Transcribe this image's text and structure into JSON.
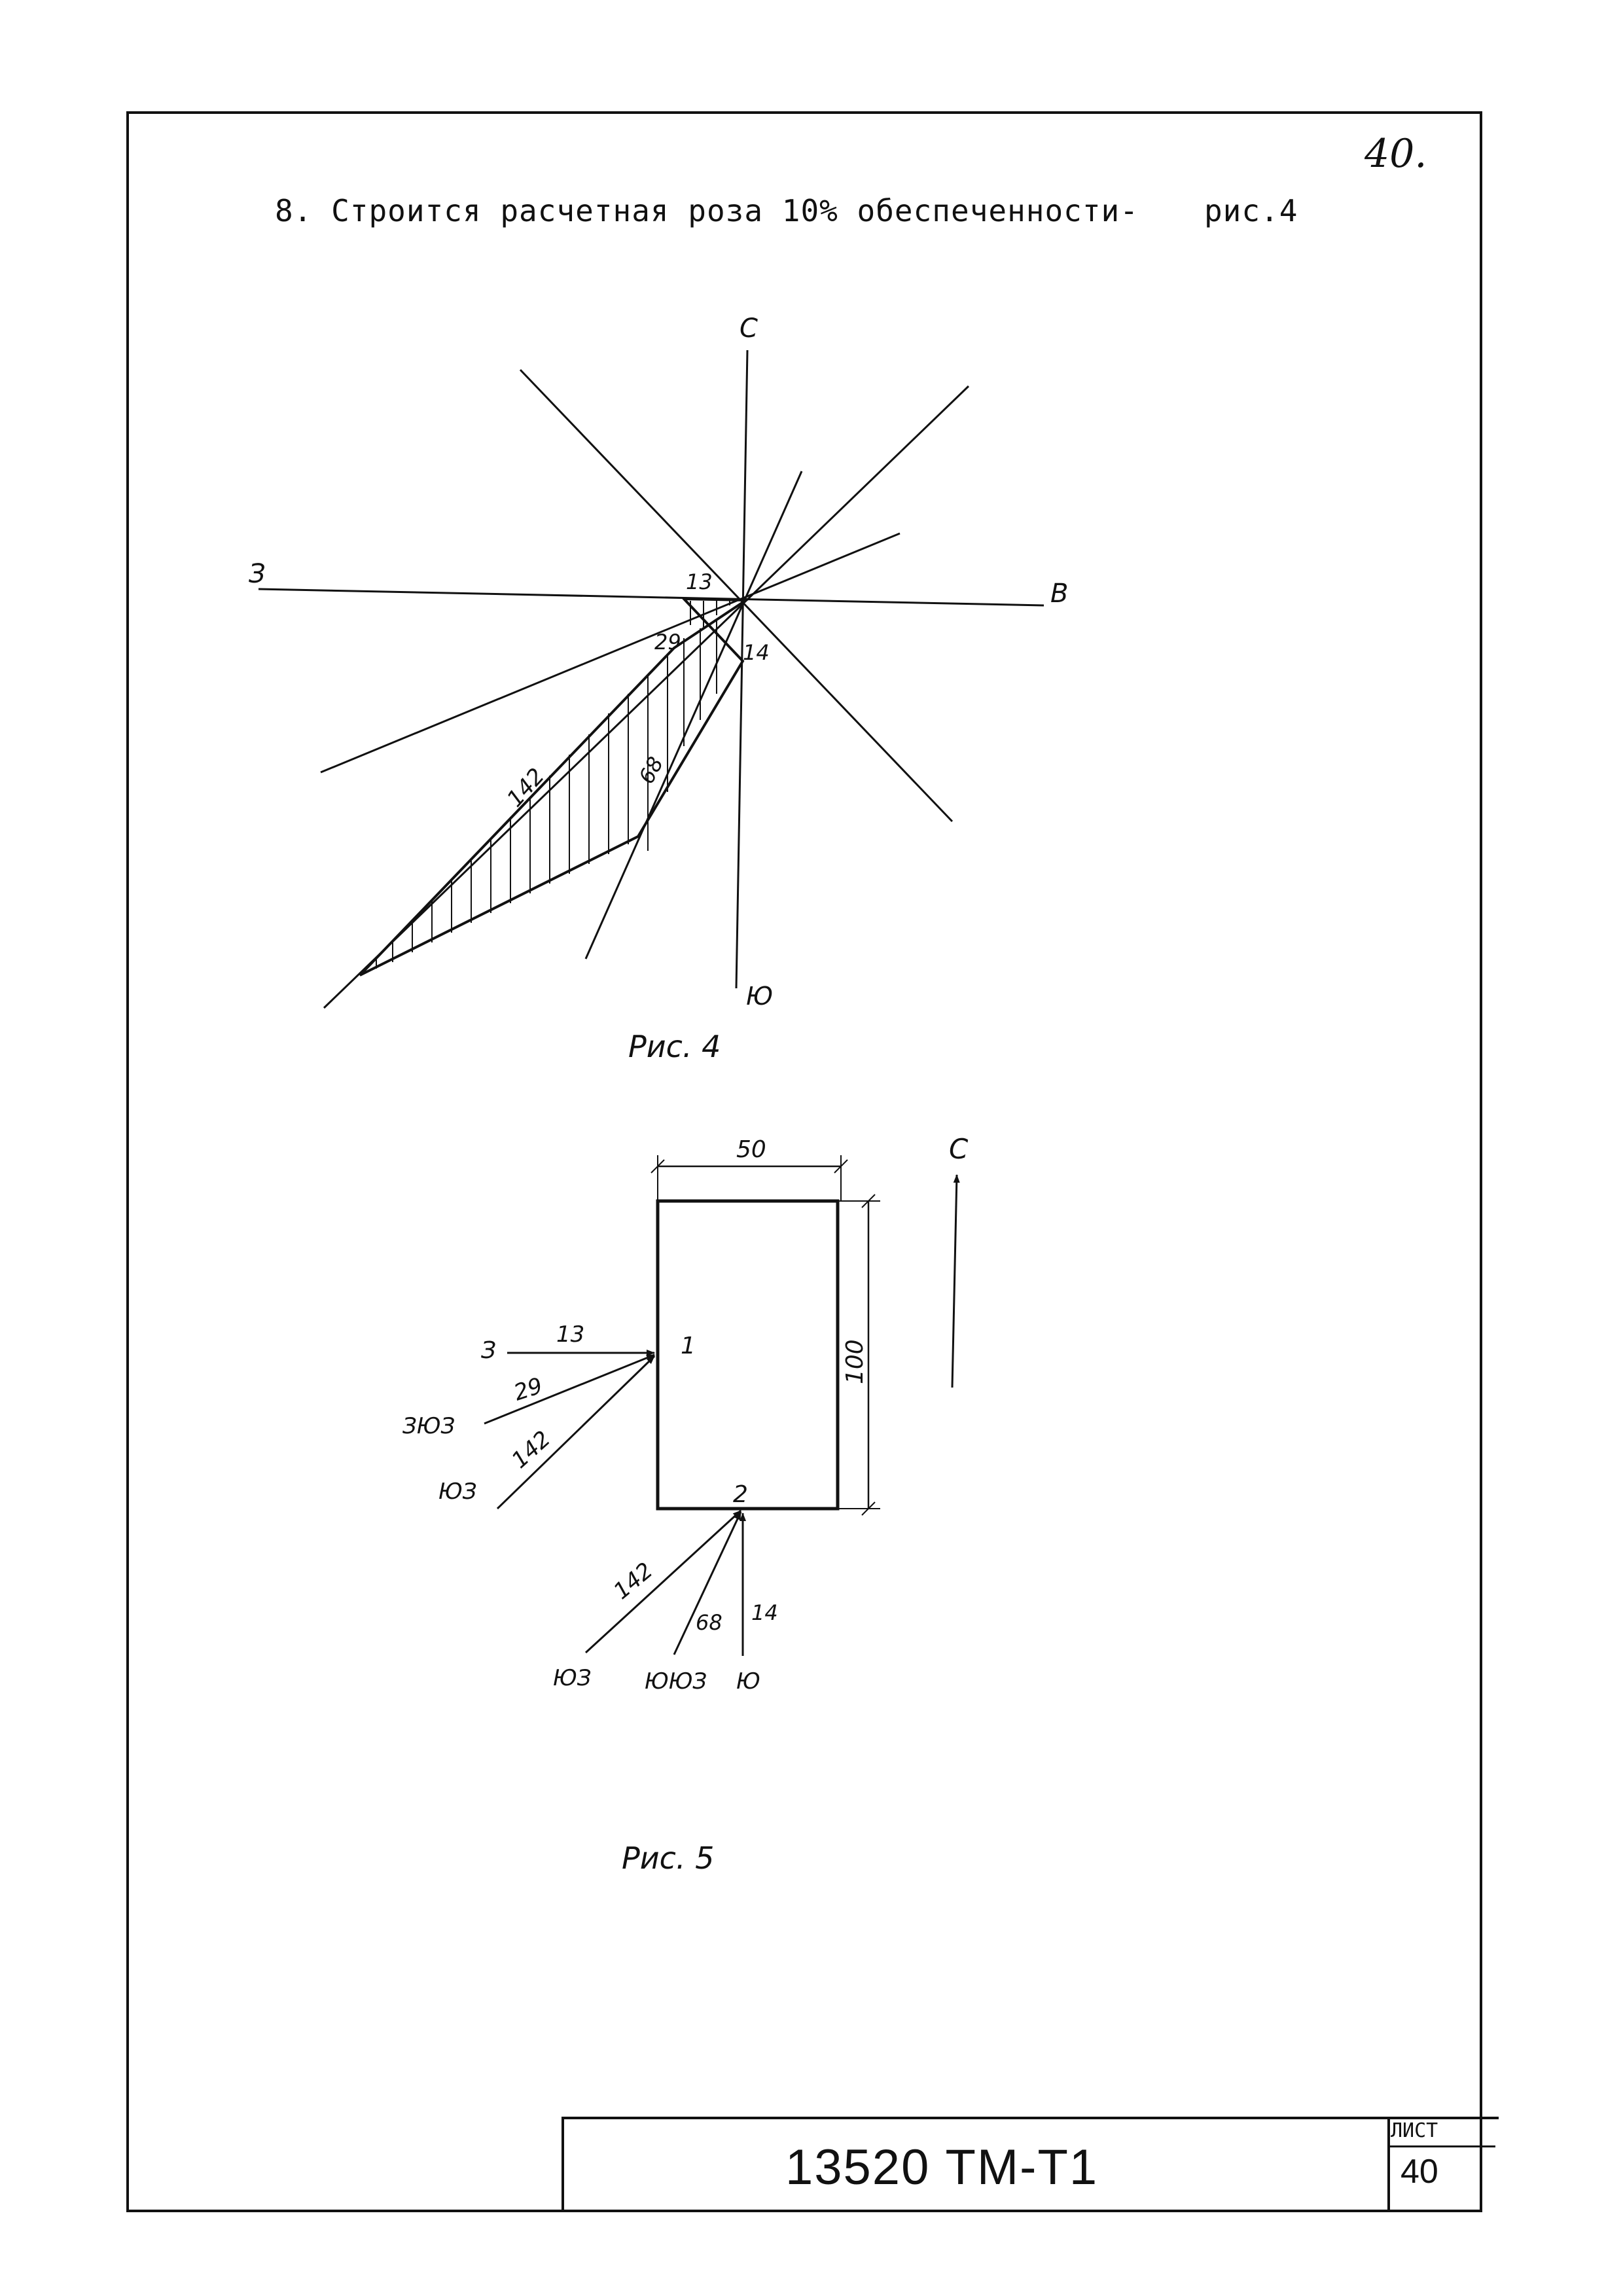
{
  "page_number": "40.",
  "heading": {
    "text": "8. Строится расчетная роза 10% обеспеченности-",
    "ref": "рис.4"
  },
  "figure4": {
    "caption": "Рис. 4",
    "compass": {
      "north": "С",
      "west": "З",
      "east": "В",
      "south": "Ю"
    },
    "values": {
      "west": "13",
      "wsw": "29",
      "sw": "142",
      "ssw": "68",
      "south": "14"
    }
  },
  "figure5": {
    "caption": "Рис. 5",
    "north": "С",
    "dims": {
      "width": "50",
      "height": "100"
    },
    "points": {
      "p1": "1",
      "p2": "2"
    },
    "point1_arrows": [
      {
        "dir": "З",
        "value": "13"
      },
      {
        "dir": "ЗЮЗ",
        "value": "29"
      },
      {
        "dir": "ЮЗ",
        "value": "142"
      }
    ],
    "point2_arrows": [
      {
        "dir": "ЮЗ",
        "value": "142"
      },
      {
        "dir": "ЮЮЗ",
        "value": "68"
      },
      {
        "dir": "Ю",
        "value": "14"
      }
    ]
  },
  "stamp": {
    "code": "13520 ТМ-Т1",
    "sheet_label": "ЛИСТ",
    "sheet_value": "40"
  }
}
